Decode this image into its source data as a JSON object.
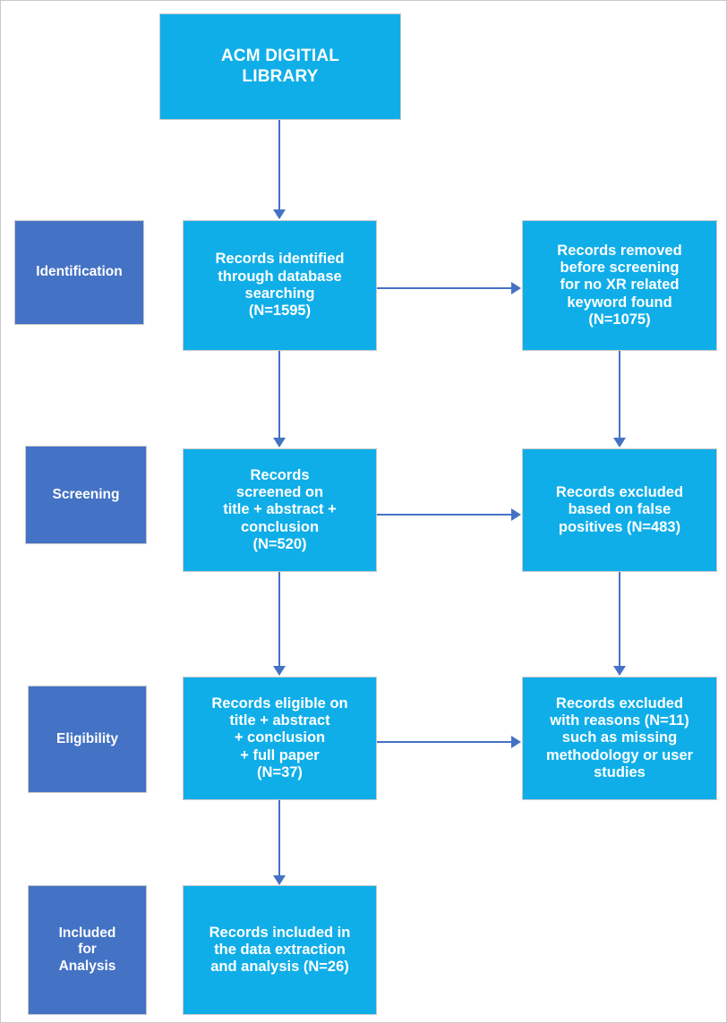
{
  "diagram": {
    "kind": "prisma-flow-diagram",
    "colors": {
      "source_box": "#0FAEE8",
      "stage_box": "#4472C4",
      "arrow": "#4472C4",
      "box_border": "#C8C8C8",
      "background": "#FFFFFF",
      "text": "#FFFFFF"
    },
    "source": {
      "label": "ACM DIGITIAL\nLIBRARY"
    },
    "stages": [
      {
        "id": "identification",
        "label": "Identification"
      },
      {
        "id": "screening",
        "label": "Screening"
      },
      {
        "id": "eligibility",
        "label": "Eligibility"
      },
      {
        "id": "included",
        "label": "Included\nfor\nAnalysis"
      }
    ],
    "flow_boxes": [
      {
        "id": "records-identified",
        "stage": "identification",
        "label": "Records identified\nthrough database\nsearching\n(N=1595)",
        "count": 1595
      },
      {
        "id": "records-screened",
        "stage": "screening",
        "label": "Records\nscreened on\ntitle + abstract +\nconclusion\n(N=520)",
        "count": 520
      },
      {
        "id": "records-eligible",
        "stage": "eligibility",
        "label": "Records eligible on\ntitle + abstract\n+ conclusion\n+ full paper\n(N=37)",
        "count": 37
      },
      {
        "id": "records-included",
        "stage": "included",
        "label": "Records included in\nthe data extraction\nand analysis (N=26)",
        "count": 26
      }
    ],
    "exclusion_boxes": [
      {
        "id": "records-removed-before-screening",
        "stage": "identification",
        "label": "Records removed\nbefore screening\nfor no XR related\nkeyword found\n(N=1075)",
        "count": 1075
      },
      {
        "id": "records-excluded-false-positives",
        "stage": "screening",
        "label": "Records excluded\nbased on false\npositives (N=483)",
        "count": 483
      },
      {
        "id": "records-excluded-with-reasons",
        "stage": "eligibility",
        "label": "Records excluded\nwith reasons (N=11)\nsuch as missing\nmethodology or user\nstudies",
        "count": 11
      }
    ],
    "connectors": [
      {
        "id": "source-to-identified",
        "type": "arrow-down-icon"
      },
      {
        "id": "identified-to-screened",
        "type": "arrow-down-icon"
      },
      {
        "id": "screened-to-eligible",
        "type": "arrow-down-icon"
      },
      {
        "id": "eligible-to-included",
        "type": "arrow-down-icon"
      },
      {
        "id": "identified-to-removed",
        "type": "arrow-right-icon"
      },
      {
        "id": "screened-to-excluded-false-pos",
        "type": "arrow-right-icon"
      },
      {
        "id": "eligible-to-excluded-reasons",
        "type": "arrow-right-icon"
      },
      {
        "id": "removed-to-excluded-false-pos",
        "type": "arrow-down-icon"
      },
      {
        "id": "excluded-false-pos-to-reasons",
        "type": "arrow-down-icon"
      }
    ]
  }
}
